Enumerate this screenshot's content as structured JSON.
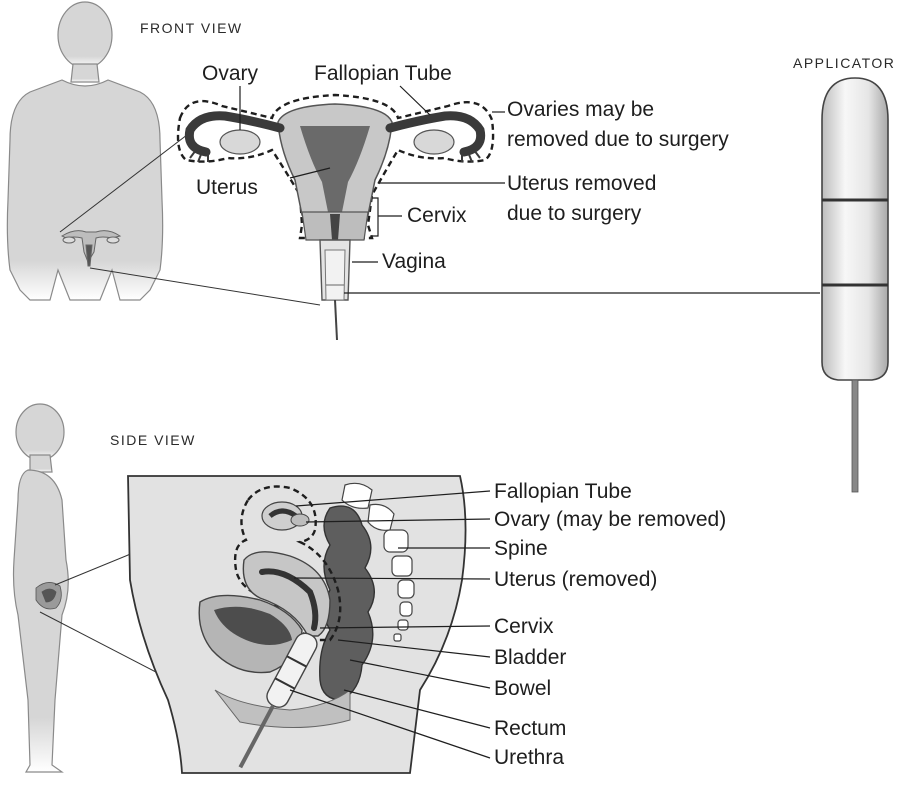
{
  "front": {
    "view_title": "FRONT VIEW",
    "ovary": "Ovary",
    "fallopian_tube": "Fallopian Tube",
    "ovaries_note_line1": "Ovaries may be",
    "ovaries_note_line2": "removed due to surgery",
    "uterus": "Uterus",
    "uterus_note_line1": "Uterus removed",
    "uterus_note_line2": "due to surgery",
    "cervix": "Cervix",
    "vagina": "Vagina"
  },
  "applicator": {
    "title": "APPLICATOR"
  },
  "side": {
    "view_title": "SIDE VIEW",
    "labels": [
      "Fallopian Tube",
      "Ovary (may be removed)",
      "Spine",
      "Uterus (removed)",
      "Cervix",
      "Bladder",
      "Bowel",
      "Rectum",
      "Urethra"
    ]
  },
  "colors": {
    "figure_fill": "#d4d4d4",
    "figure_stroke": "#8a8a8a",
    "tissue_light": "#c8c8c8",
    "tissue_dark": "#5a5a5a",
    "line": "#1e1e1e"
  }
}
